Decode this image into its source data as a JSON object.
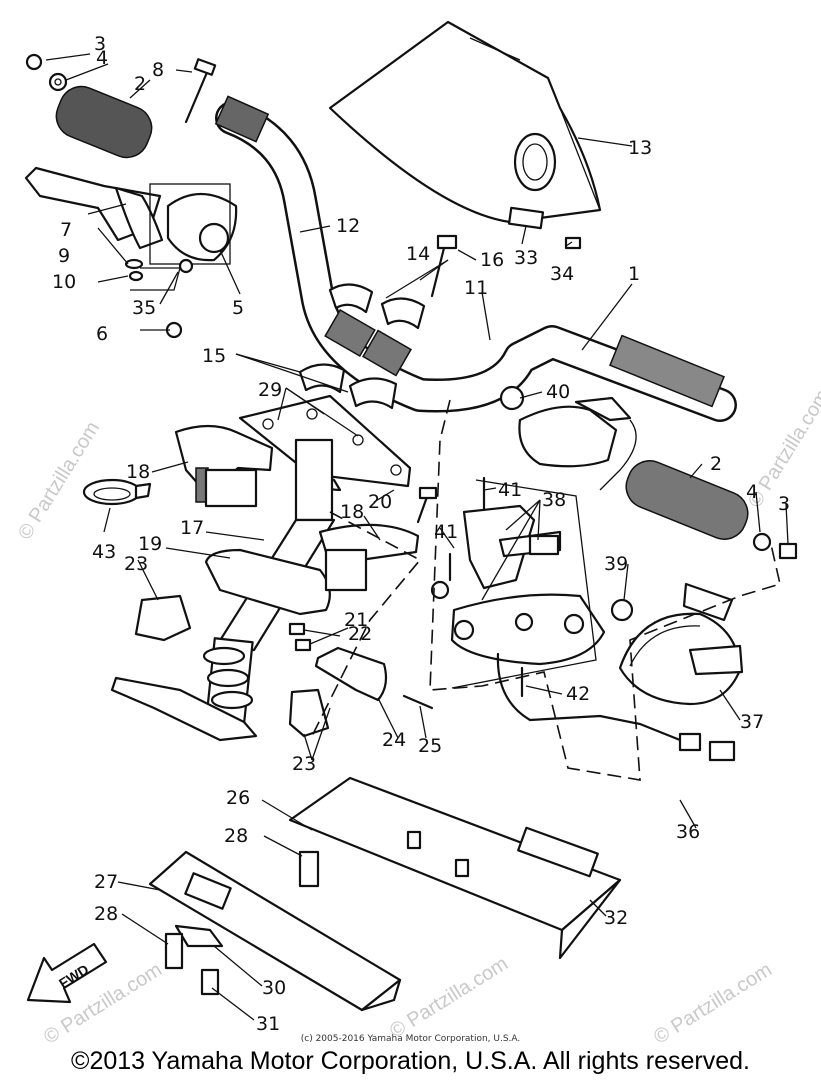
{
  "watermarks": {
    "left": "© Partzilla.com",
    "right": "© Partzilla.com",
    "bottom_left": "© Partzilla.com",
    "bottom_mid": "© Partzilla.com",
    "bottom_right": "© Partzilla.com"
  },
  "callouts": {
    "c1": "1",
    "c2a": "2",
    "c2b": "2",
    "c3a": "3",
    "c3b": "3",
    "c4a": "4",
    "c4b": "4",
    "c5": "5",
    "c6": "6",
    "c7": "7",
    "c8": "8",
    "c9": "9",
    "c10": "10",
    "c11": "11",
    "c12": "12",
    "c13": "13",
    "c14": "14",
    "c15": "15",
    "c16": "16",
    "c17": "17",
    "c18a": "18",
    "c18b": "18",
    "c19": "19",
    "c20": "20",
    "c21": "21",
    "c22": "22",
    "c23a": "23",
    "c23b": "23",
    "c24": "24",
    "c25": "25",
    "c26": "26",
    "c27": "27",
    "c28a": "28",
    "c28b": "28",
    "c29": "29",
    "c30": "30",
    "c31": "31",
    "c32": "32",
    "c33": "33",
    "c34": "34",
    "c35": "35",
    "c36": "36",
    "c37": "37",
    "c38": "38",
    "c39": "39",
    "c40": "40",
    "c41a": "41",
    "c41b": "41",
    "c42": "42",
    "c43": "43"
  },
  "fwd_label": "FWD",
  "copyright_small": "(c) 2005-2016 Yamaha Motor Corporation, U.S.A.",
  "copyright": "©2013 Yamaha Motor Corporation, U.S.A. All rights reserved."
}
